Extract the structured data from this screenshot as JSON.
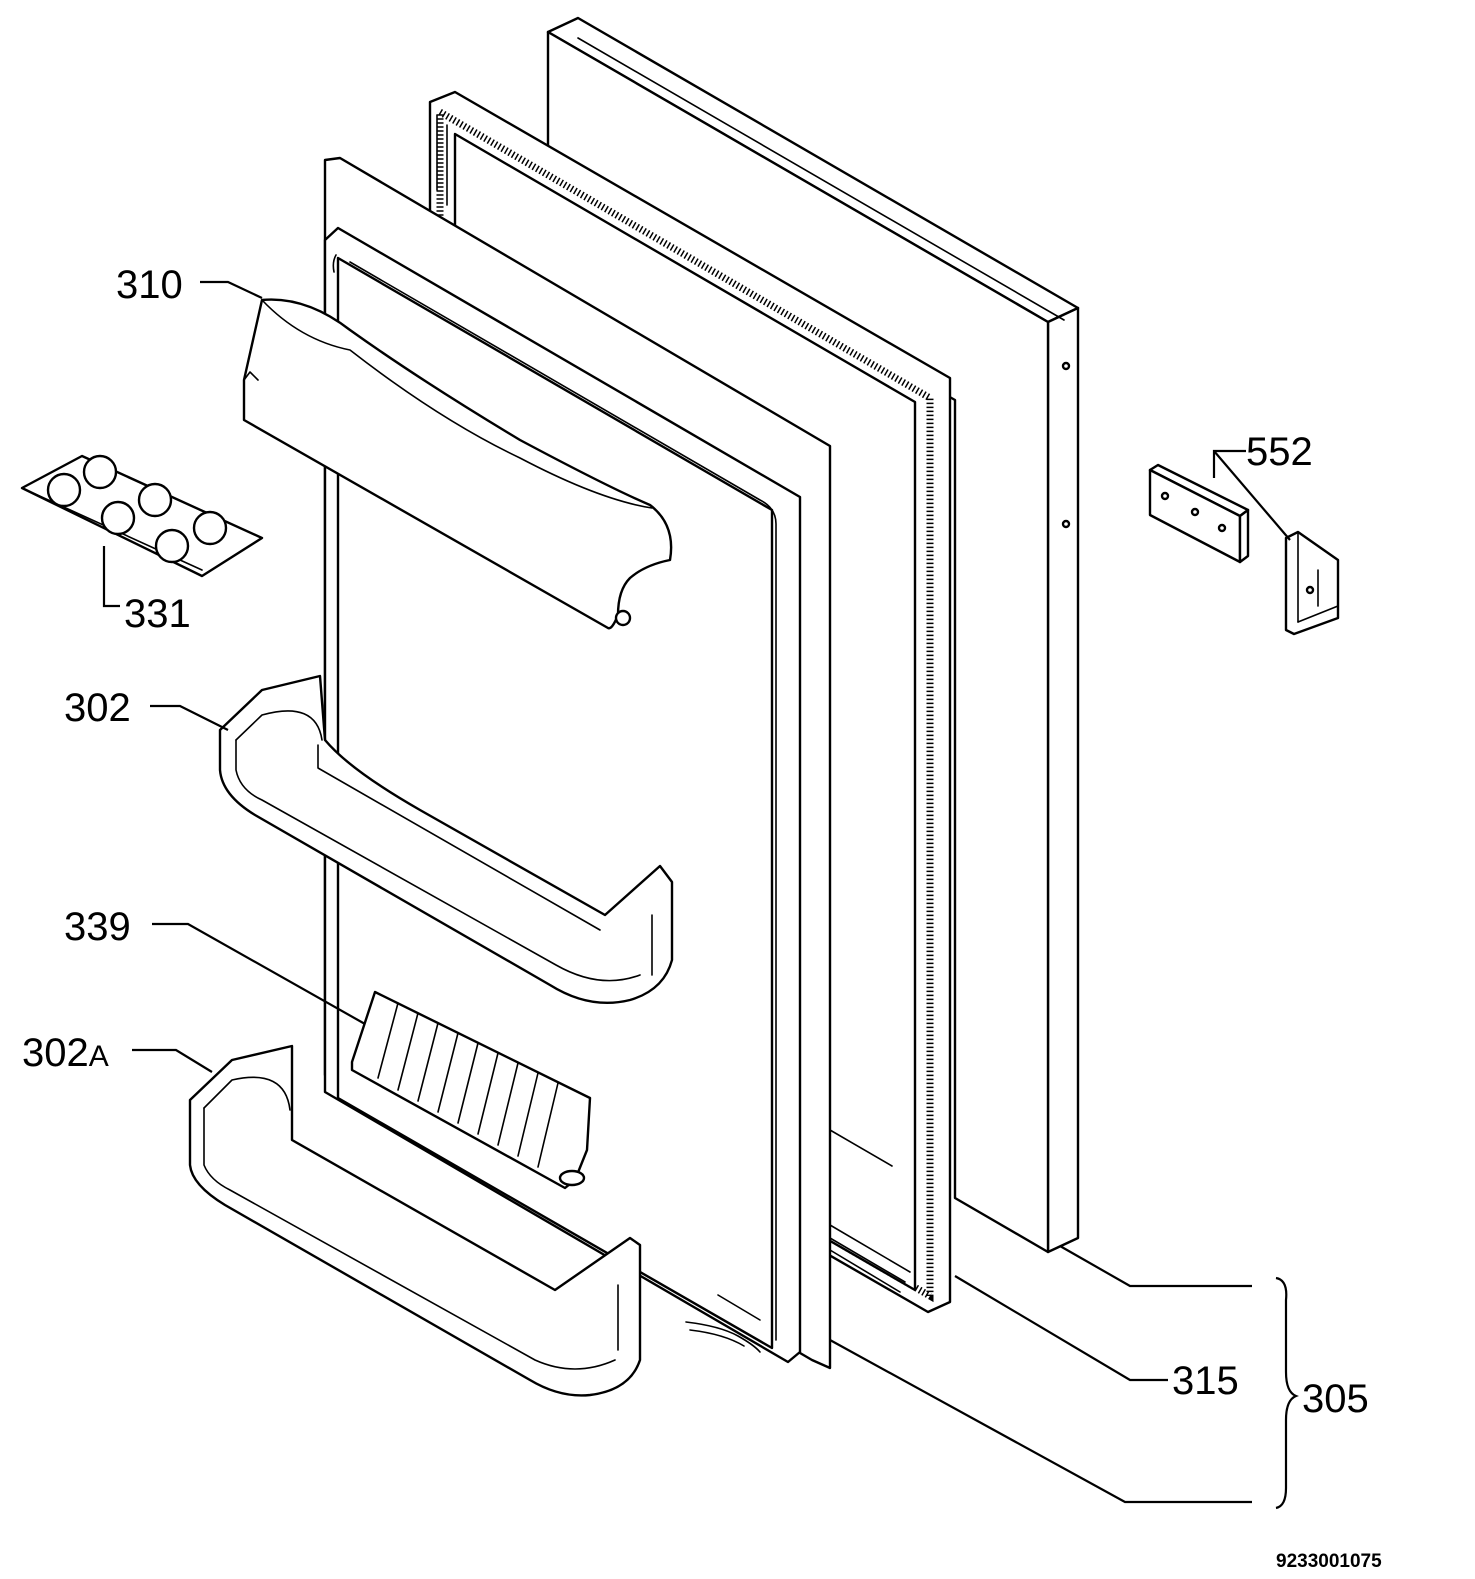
{
  "callouts": {
    "c310": "310",
    "c331": "331",
    "c302": "302",
    "c339": "339",
    "c302a_num": "302",
    "c302a_suffix": "A",
    "c552": "552",
    "c315": "315",
    "c305": "305"
  },
  "document_number": "9233001075"
}
